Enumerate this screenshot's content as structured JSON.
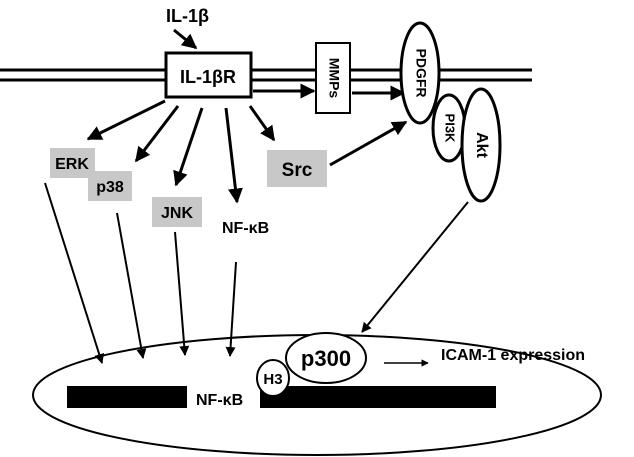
{
  "labels": {
    "ligand": "IL-1β",
    "receptor": "IL-1βR",
    "mmps": "MMPs",
    "pdgfr": "PDGFR",
    "pi3k": "PI3K",
    "akt": "Akt",
    "erk": "ERK",
    "p38": "p38",
    "jnk": "JNK",
    "src": "Src",
    "nfkb_cyto": "NF-κB",
    "nfkb_nuclear": "NF-κB",
    "h3": "H3",
    "p300": "p300",
    "icam": "ICAM-1 expression"
  },
  "colors": {
    "stroke": "#000000",
    "kinase_box_fill": "#c8c8c8",
    "background": "#ffffff"
  }
}
